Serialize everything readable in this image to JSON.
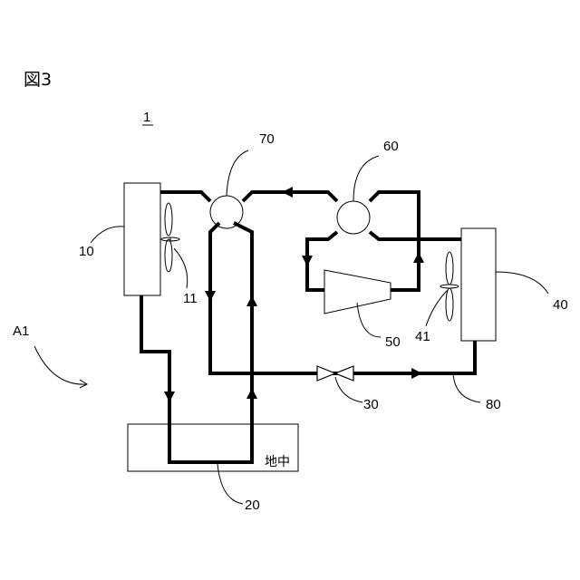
{
  "figure": {
    "title": "図3",
    "system_ref": "1",
    "region_label": "A1",
    "ground_text": "地中"
  },
  "callouts": {
    "unit_10": "10",
    "fan_11": "11",
    "ground_20": "20",
    "valve_30": "30",
    "unit_40": "40",
    "fan_41": "41",
    "compressor_50": "50",
    "four_way_60": "60",
    "four_way_70": "70",
    "pipe_80": "80"
  }
}
